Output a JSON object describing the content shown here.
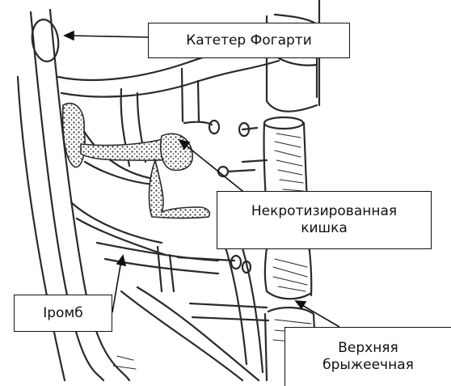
{
  "labels": {
    "catheter": "Катетер Фогарти",
    "necrotic_line1": "Некротизированная",
    "necrotic_line2": "кишка",
    "thrombus": "Iромб",
    "sma_line1": "Верхняя",
    "sma_line2": "брыжеечная"
  },
  "colors": {
    "ink": "#2a2a2a",
    "background": "#ffffff"
  }
}
